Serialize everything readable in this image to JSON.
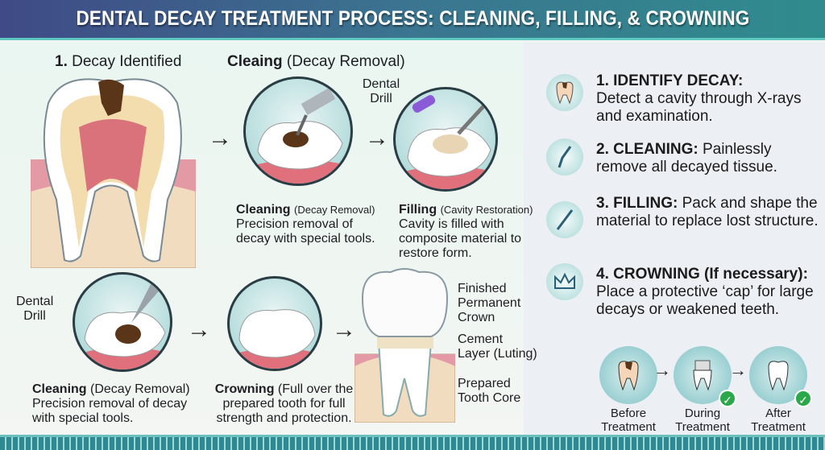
{
  "title": "DENTAL DECAY TREATMENT PROCESS: CLEANING, FILLING, & CROWNING",
  "top_row": {
    "decay_identified": {
      "num": "1.",
      "text": "Decay Identified"
    },
    "cleaning_header": {
      "bold": "Cleaing",
      "rest": "(Decay Removal)"
    },
    "drill_label": "Dental Drill",
    "cleaning": {
      "bold": "Cleaning",
      "sub": "(Decay Removal)",
      "desc": "Precision removal of decay with special tools."
    },
    "filling": {
      "bold": "Filling",
      "sub": "(Cavity Restoration)",
      "desc": "Cavity is filled with composite material to restore form."
    }
  },
  "bottom_row": {
    "drill_label": "Dental Drill",
    "cleaning": {
      "bold": "Cleaning",
      "sub": "(Decay Removal)",
      "desc": "Precision removal of decay with special tools."
    },
    "crowning": {
      "bold": "Crowning",
      "sub": "(Full over the prepared tooth for full strength and protection."
    },
    "crown_labels": [
      "Finished Permanent Crown",
      "Cement Layer (Luting)",
      "Prepared Tooth Core"
    ]
  },
  "steps": [
    {
      "icon": "decayed-tooth-icon",
      "heading": "1. IDENTIFY DECAY:",
      "text": "Detect a cavity through X-rays and examination."
    },
    {
      "icon": "dental-drill-icon",
      "heading": "2. CLEANING:",
      "text": "Painlessly remove all decayed tissue."
    },
    {
      "icon": "filling-tool-icon",
      "heading": "3. FILLING:",
      "text": "Pack and shape the material to replace lost structure."
    },
    {
      "icon": "crown-icon",
      "heading": "4. CROWNING (If necessary):",
      "text": "Place a protective ‘cap’ for large decays or weakened teeth."
    }
  ],
  "stages": [
    "Before Treatment",
    "During Treatment",
    "After Treatment"
  ]
}
